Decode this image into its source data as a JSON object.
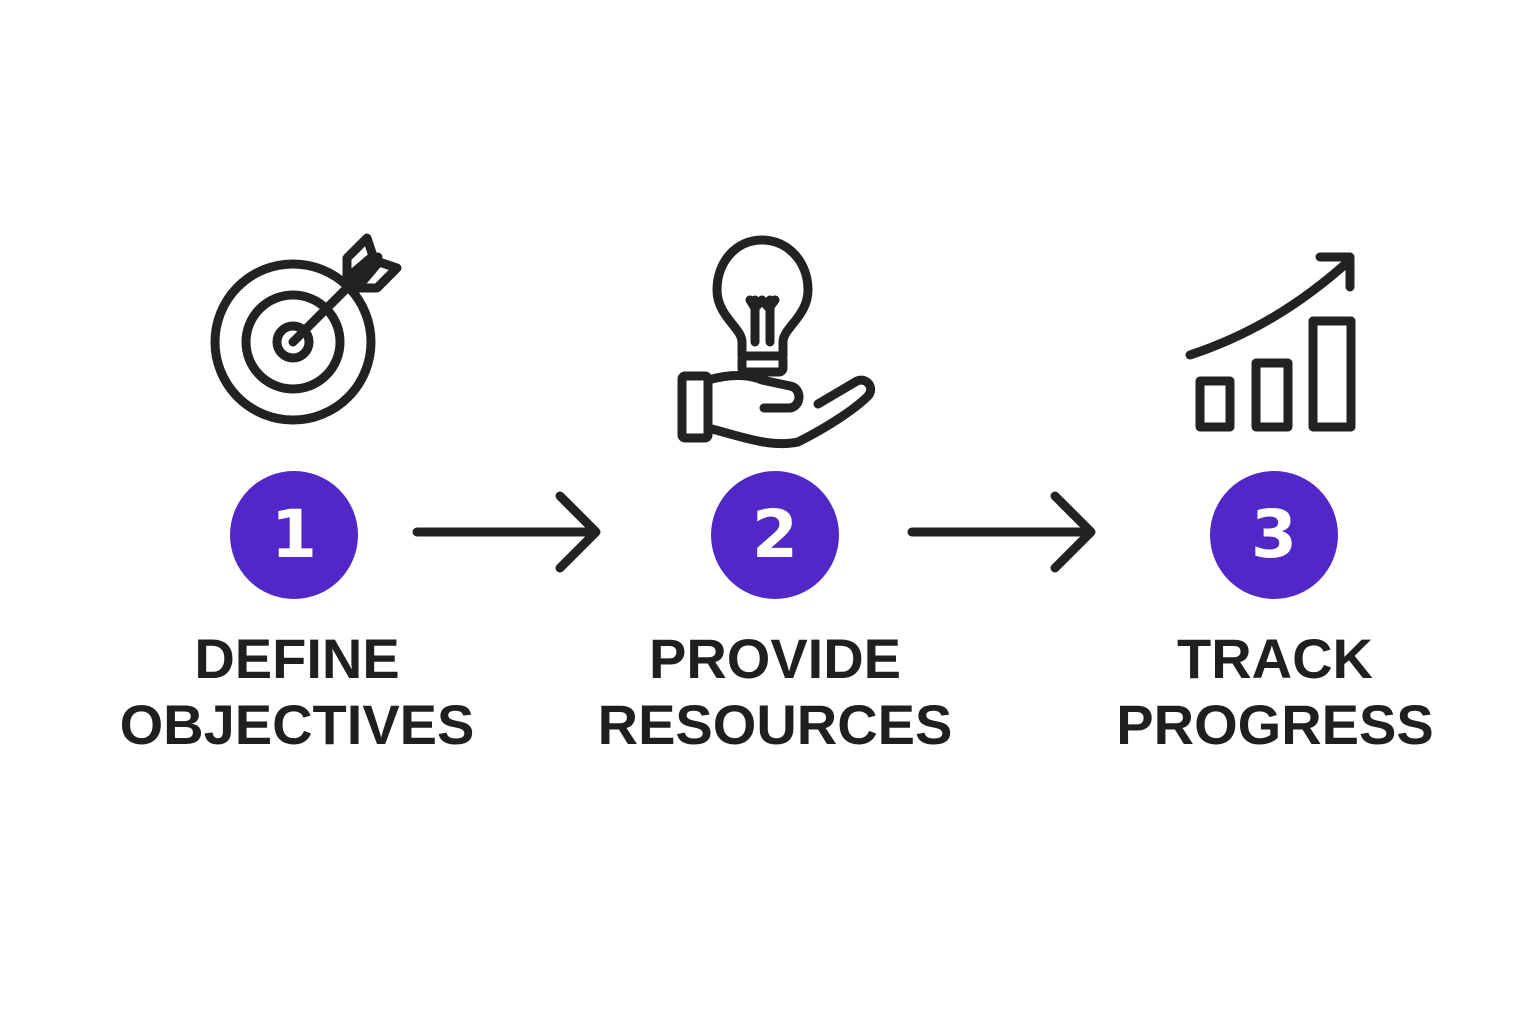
{
  "colors": {
    "badge": "#5227c8",
    "stroke": "#222222",
    "text": "#1f1f1f"
  },
  "steps": [
    {
      "number": "1",
      "icon": "target-arrow-icon",
      "label_line1": "DEFINE",
      "label_line2": "OBJECTIVES"
    },
    {
      "number": "2",
      "icon": "lightbulb-hand-icon",
      "label_line1": "PROVIDE",
      "label_line2": "RESOURCES"
    },
    {
      "number": "3",
      "icon": "growth-chart-icon",
      "label_line1": "TRACK",
      "label_line2": "PROGRESS"
    }
  ]
}
